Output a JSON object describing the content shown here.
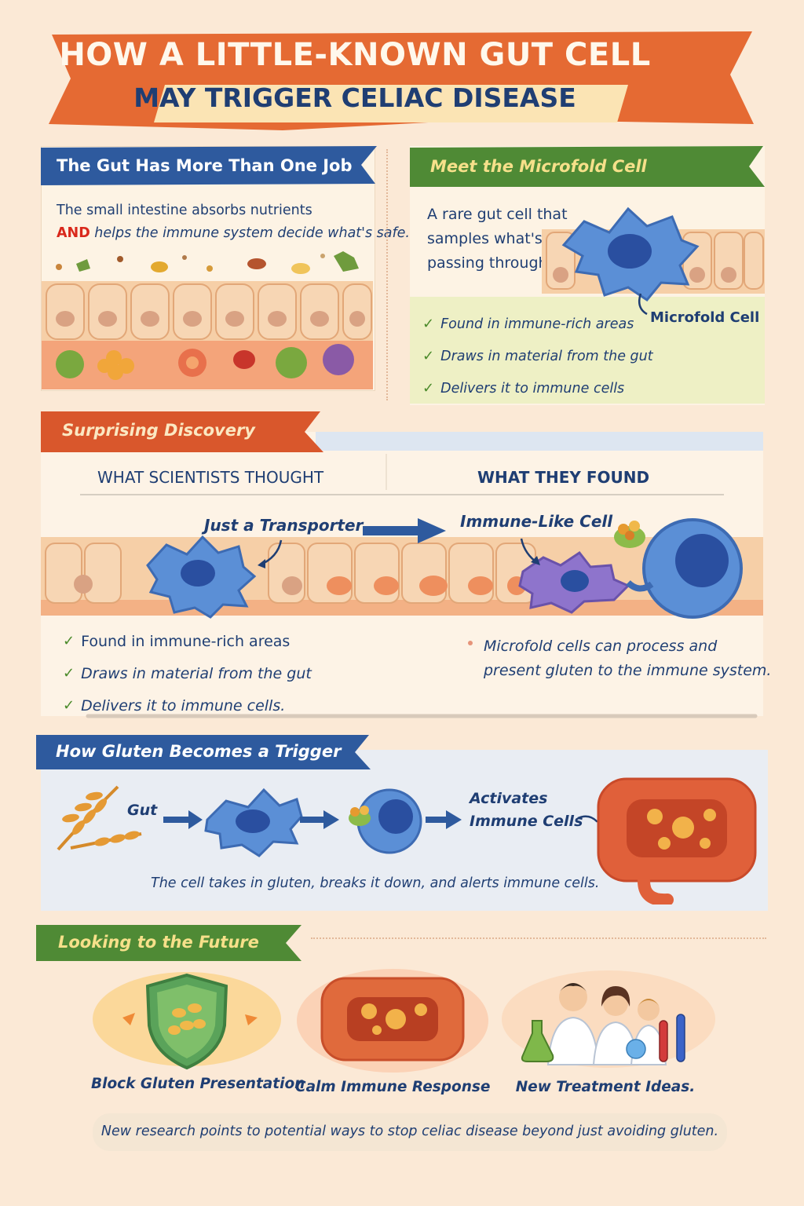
{
  "title": {
    "main": "HOW A LITTLE-KNOWN GUT CELL",
    "sub": "MAY TRIGGER CELIAC DISEASE"
  },
  "gut_panel": {
    "header": "The Gut Has More Than One Job",
    "line1": "The small intestine absorbs nutrients",
    "line2_red": "AND",
    "line2_rest": " helps the immune system decide what's safe."
  },
  "microfold_panel": {
    "header": "Meet the Microfold Cell",
    "intro": [
      "A rare gut cell that",
      "samples what's",
      "passing through."
    ],
    "cell_label": "Microfold Cell",
    "checks": [
      "Found in immune-rich areas",
      "Draws in material from the gut",
      "Delivers it to immune cells"
    ]
  },
  "discovery_panel": {
    "header": "Surprising Discovery",
    "col_thought": "WHAT SCIENTISTS THOUGHT",
    "col_found": "WHAT THEY FOUND",
    "label_transporter": "Just a Transporter",
    "label_immune": "Immune-Like Cell",
    "checks": [
      "Found in immune-rich areas",
      "Draws in material from the gut",
      "Delivers it to immune cells."
    ],
    "found_text": [
      "Microfold cells can process and",
      "present gluten to the immune system."
    ]
  },
  "gluten_panel": {
    "header": "How Gluten Becomes a Trigger",
    "label_gut": "Gut",
    "label_activates": [
      "Activates",
      "Immune Cells"
    ],
    "caption": "The cell takes in gluten, breaks it down, and alerts immune cells."
  },
  "future_panel": {
    "header": "Looking to the Future",
    "items": [
      "Block Gluten Presentation",
      "Calm Immune Response",
      "New Treatment Ideas."
    ],
    "note": "New research points to potential ways to stop celiac disease beyond just avoiding gluten."
  },
  "colors": {
    "navy": "#1f3e73",
    "orange_banner": "#e26a32",
    "blue_ribbon": "#2e5a9e",
    "green_ribbon": "#4f8a35",
    "cell_blue": "#5b8fd6",
    "tissue_peach": "#f6cfa7"
  }
}
